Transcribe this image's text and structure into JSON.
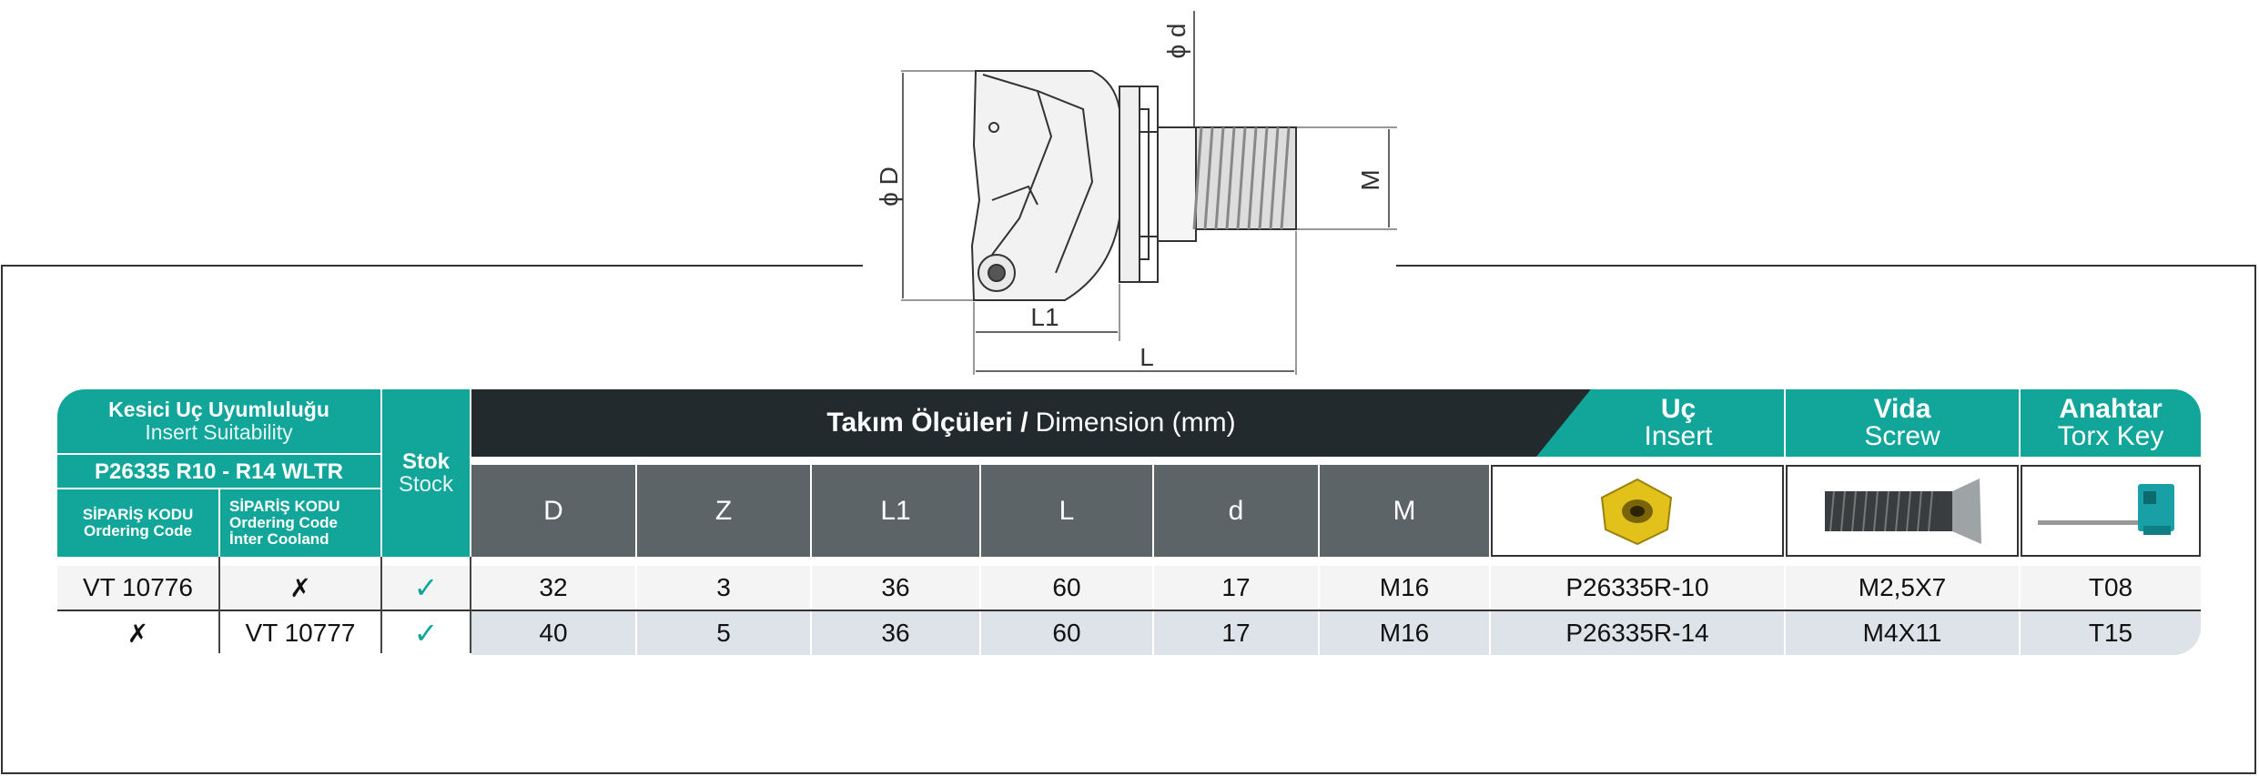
{
  "drawing": {
    "labels": {
      "phiD": "ϕ D",
      "phid": "ϕ d",
      "M": "M",
      "L1": "L1",
      "L": "L"
    }
  },
  "header": {
    "insert_suitability": {
      "tr": "Kesici Uç Uyumluluğu",
      "en": "Insert Suitability"
    },
    "code_strip": "P26335 R10 - R14 WLTR",
    "ordering_code": {
      "tr": "SİPARİŞ KODU",
      "en": "Ordering Code"
    },
    "ordering_code_inter": {
      "tr": "SİPARİŞ KODU",
      "en1": "Ordering Code",
      "en2": "İnter Cooland"
    },
    "stock": {
      "tr": "Stok",
      "en": "Stock"
    },
    "dimension": {
      "tr": "Takım Ölçüleri /",
      "en": "Dimension (mm)"
    },
    "insert": {
      "tr": "Uç",
      "en": "Insert"
    },
    "screw": {
      "tr": "Vida",
      "en": "Screw"
    },
    "key": {
      "tr": "Anahtar",
      "en": "Torx Key"
    },
    "dim_cols": [
      "D",
      "Z",
      "L1",
      "L",
      "d",
      "M"
    ]
  },
  "rows": [
    {
      "code": "VT 10776",
      "code_inter": "✗",
      "stock": "✓",
      "D": "32",
      "Z": "3",
      "L1": "36",
      "L": "60",
      "d": "17",
      "M": "M16",
      "insert": "P26335R-10",
      "screw": "M2,5X7",
      "key": "T08"
    },
    {
      "code": "✗",
      "code_inter": "VT 10777",
      "stock": "✓",
      "D": "40",
      "Z": "5",
      "L1": "36",
      "L": "60",
      "d": "17",
      "M": "M16",
      "insert": "P26335R-14",
      "screw": "M4X11",
      "key": "T15"
    }
  ],
  "colors": {
    "teal": "#12a59a",
    "dark": "#222a2e",
    "gray": "#5c6468",
    "insert_gold": "#e2c21a"
  }
}
